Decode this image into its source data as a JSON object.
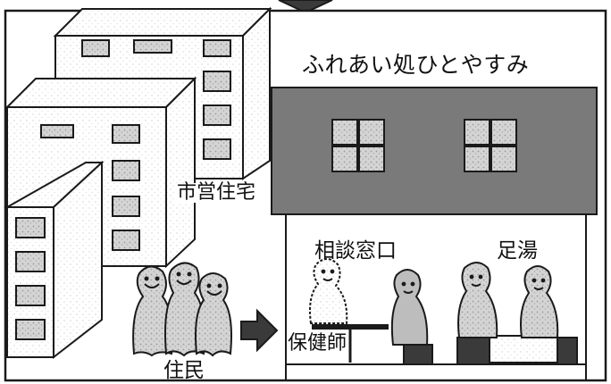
{
  "labels": {
    "cafe_name": "ふれあい処ひとやすみ",
    "housing": "市営住宅",
    "consultation": "相談窓口",
    "footbath": "足湯",
    "nurse": "保健師",
    "residents": "住民"
  },
  "colors": {
    "outline": "#1a1a1a",
    "roof_fill": "#7a7a7a",
    "speckle_fill": "#d9d9d9",
    "figure_fill": "#bdbdbd",
    "dark_fill": "#3a3a3a"
  },
  "icons": {
    "top_arrow": "down-arrow-icon",
    "flow_arrow": "right-arrow-icon"
  }
}
